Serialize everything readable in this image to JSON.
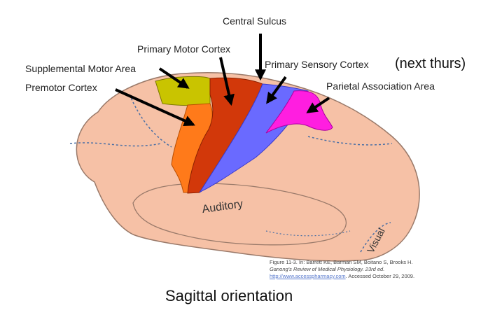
{
  "labels": {
    "central_sulcus": "Central Sulcus",
    "primary_motor_cortex": "Primary Motor Cortex",
    "primary_sensory_cortex": "Primary Sensory Cortex",
    "next_thurs": "(next thurs)",
    "supplemental_motor_area": "Supplemental Motor Area",
    "premotor_cortex": "Premotor Cortex",
    "parietal_association_area": "Parietal Association Area",
    "auditory": "Auditory",
    "visual": "Visual"
  },
  "citation": {
    "line1": "Figure 11-3. In: Barrett KE, Barman SM, Boitano S, Brooks H.",
    "line2": "Ganong's Review of Medical Physiology. 23rd ed.",
    "link": "http://www.accesspharmacy.com",
    "line3_rest": ". Accessed October 29, 2009."
  },
  "caption": "Sagittal orientation",
  "colors": {
    "brain": "#f6c1a6",
    "brain_outline": "#9a7a6a",
    "sulcus_dots": "#4a6fa5",
    "supplemental_motor": "#c9c400",
    "premotor": "#ff7a1a",
    "primary_motor": "#d2380a",
    "primary_sensory": "#6a6aff",
    "parietal_association": "#ff1ee0"
  }
}
